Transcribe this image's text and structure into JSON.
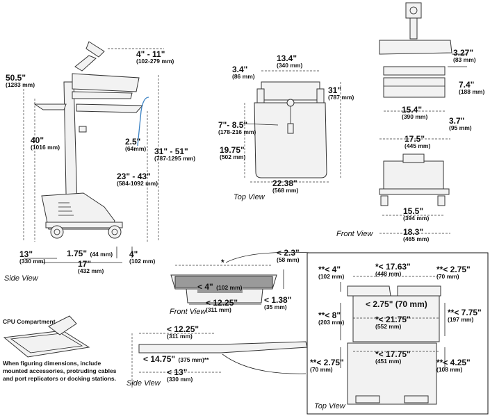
{
  "side_view": {
    "caption": "Side View",
    "labels": [
      {
        "id": "h-total",
        "big": "50.5\"",
        "mm": "(1283 mm)"
      },
      {
        "id": "h-40",
        "big": "40\"",
        "mm": "(1016 mm)"
      },
      {
        "id": "reach",
        "big": "4\" - 11\"",
        "mm": "(102-279 mm)"
      },
      {
        "id": "gap",
        "big": "2.5\"",
        "mm": "(64mm)"
      },
      {
        "id": "adj-31",
        "big": "31\" - 51\"",
        "mm": "(787-1295 mm)"
      },
      {
        "id": "adj-23",
        "big": "23\" - 43\"",
        "mm": "(584-1092 mm)"
      },
      {
        "id": "base-13",
        "big": "13\"",
        "mm": "(330 mm)"
      },
      {
        "id": "wheel",
        "big": "1.75\"",
        "mm": "(44 mm)"
      },
      {
        "id": "depth-17",
        "big": "17\"",
        "mm": "(432 mm)"
      },
      {
        "id": "side-4",
        "big": "4\"",
        "mm": "(102 mm)"
      }
    ]
  },
  "top_view": {
    "caption": "Top View",
    "labels": [
      {
        "id": "w-134",
        "big": "13.4\"",
        "mm": "(340 mm)"
      },
      {
        "id": "d-34",
        "big": "3.4\"",
        "mm": "(86 mm)"
      },
      {
        "id": "d-31",
        "big": "31\"",
        "mm": "(787 mm)"
      },
      {
        "id": "swing",
        "big": "7\"- 8.5\"",
        "mm": "(178-216 mm)"
      },
      {
        "id": "d-1975",
        "big": "19.75\"",
        "mm": "(502 mm)"
      },
      {
        "id": "w-2238",
        "big": "22.38\"",
        "mm": "(568 mm)"
      }
    ]
  },
  "front_view": {
    "caption": "Front View",
    "labels": [
      {
        "id": "t-327",
        "big": "3.27\"",
        "mm": "(83 mm)"
      },
      {
        "id": "t-74",
        "big": "7.4\"",
        "mm": "(188 mm)"
      },
      {
        "id": "w-154",
        "big": "15.4\"",
        "mm": "(390 mm)"
      },
      {
        "id": "t-37",
        "big": "3.7\"",
        "mm": "(95 mm)"
      },
      {
        "id": "w-175",
        "big": "17.5\"",
        "mm": "(445 mm)"
      },
      {
        "id": "w-155",
        "big": "15.5\"",
        "mm": "(394 mm)"
      },
      {
        "id": "w-183",
        "big": "18.3\"",
        "mm": "(465 mm)"
      }
    ]
  },
  "cpu_compartment": {
    "title": "CPU Compartment",
    "note": [
      "When figuring dimensions, include",
      "mounted accessories, protruding cables",
      "and port replicators or docking stations."
    ],
    "front_caption": "Front View",
    "side_caption": "Side View",
    "front_labels": [
      {
        "id": "star",
        "big": "*",
        "mm": ""
      },
      {
        "id": "h-23",
        "big": "< 2.3\"",
        "mm": "(58 mm)"
      },
      {
        "id": "h-4",
        "big": "< 4\"",
        "mm": "(102 mm)"
      },
      {
        "id": "w-1225",
        "big": "< 12.25\"",
        "mm": "(311 mm)"
      },
      {
        "id": "w-138",
        "big": "< 1.38\"",
        "mm": "(35 mm)"
      }
    ],
    "side_labels": [
      {
        "id": "s-1225",
        "big": "< 12.25\"",
        "mm": "(311 mm)"
      },
      {
        "id": "s-1475",
        "big": "< 14.75\"",
        "mm": "(375 mm)**"
      },
      {
        "id": "s-13",
        "big": "< 13\"",
        "mm": "(330 mm)"
      }
    ]
  },
  "detail_top_view": {
    "caption": "Top View",
    "labels": [
      {
        "id": "dt-4",
        "big": "**< 4\"",
        "mm": "(102 mm)"
      },
      {
        "id": "dt-1763",
        "big": "*< 17.63\"",
        "mm": "(448 mm)"
      },
      {
        "id": "dt-275a",
        "big": "**< 2.75\"",
        "mm": "(70 mm)"
      },
      {
        "id": "dt-275b",
        "big": "< 2.75\" (70 mm)",
        "mm": ""
      },
      {
        "id": "dt-8",
        "big": "**< 8\"",
        "mm": "(203 mm)"
      },
      {
        "id": "dt-2175",
        "big": "*< 21.75\"",
        "mm": "(552 mm)"
      },
      {
        "id": "dt-775",
        "big": "**< 7.75\"",
        "mm": "(197 mm)"
      },
      {
        "id": "dt-1775",
        "big": "*< 17.75\"",
        "mm": "(451 mm)"
      },
      {
        "id": "dt-275c",
        "big": "**< 2.75\"",
        "mm": "(70 mm)"
      },
      {
        "id": "dt-425",
        "big": "**< 4.25\"",
        "mm": "(108 mm)"
      }
    ]
  },
  "colors": {
    "accent": "#3b82c4",
    "line": "#222222",
    "part": "#9a9a9a"
  }
}
